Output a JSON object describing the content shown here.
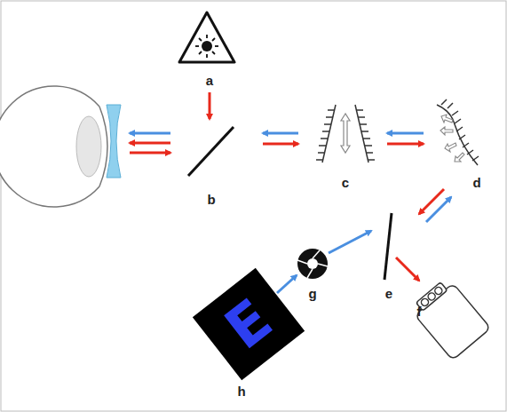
{
  "diagram": {
    "labels": [
      "a",
      "b",
      "c",
      "d",
      "e",
      "f",
      "g",
      "h",
      "E"
    ]
  }
}
